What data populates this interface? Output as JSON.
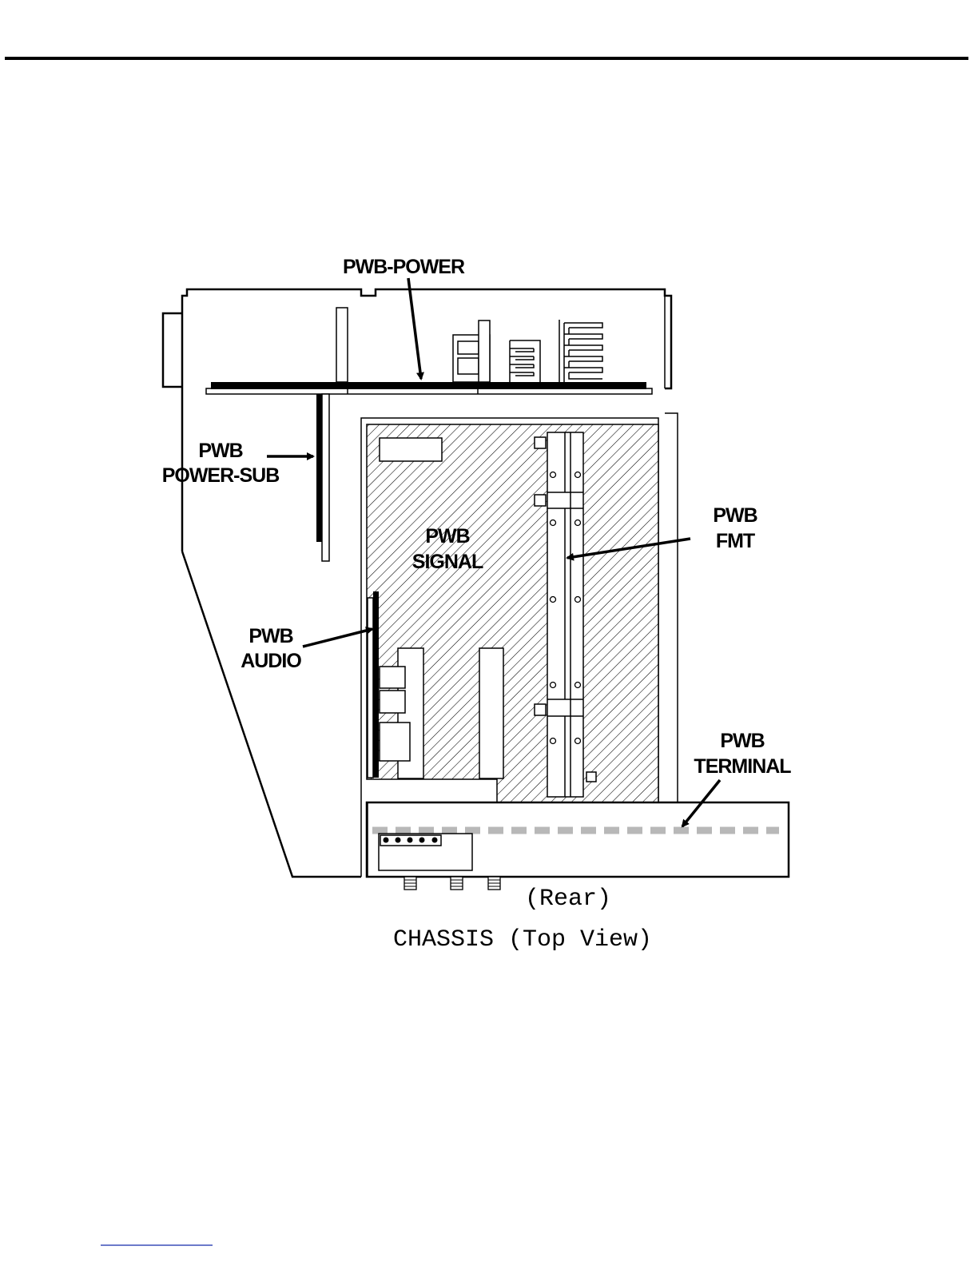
{
  "labels": {
    "pwb_power": "PWB-POWER",
    "pwb_power_sub_1": "PWB",
    "pwb_power_sub_2": "POWER-SUB",
    "pwb_signal_1": "PWB",
    "pwb_signal_2": "SIGNAL",
    "pwb_fmt_1": "PWB",
    "pwb_fmt_2": "FMT",
    "pwb_audio_1": "PWB",
    "pwb_audio_2": "AUDIO",
    "pwb_terminal_1": "PWB",
    "pwb_terminal_2": "TERMINAL"
  },
  "captions": {
    "rear": "(Rear)",
    "chassis": "CHASSIS (Top View)"
  },
  "colors": {
    "ink": "#000000",
    "dash": "#b8b8b8",
    "footer_rule": "#3b4fb8"
  }
}
